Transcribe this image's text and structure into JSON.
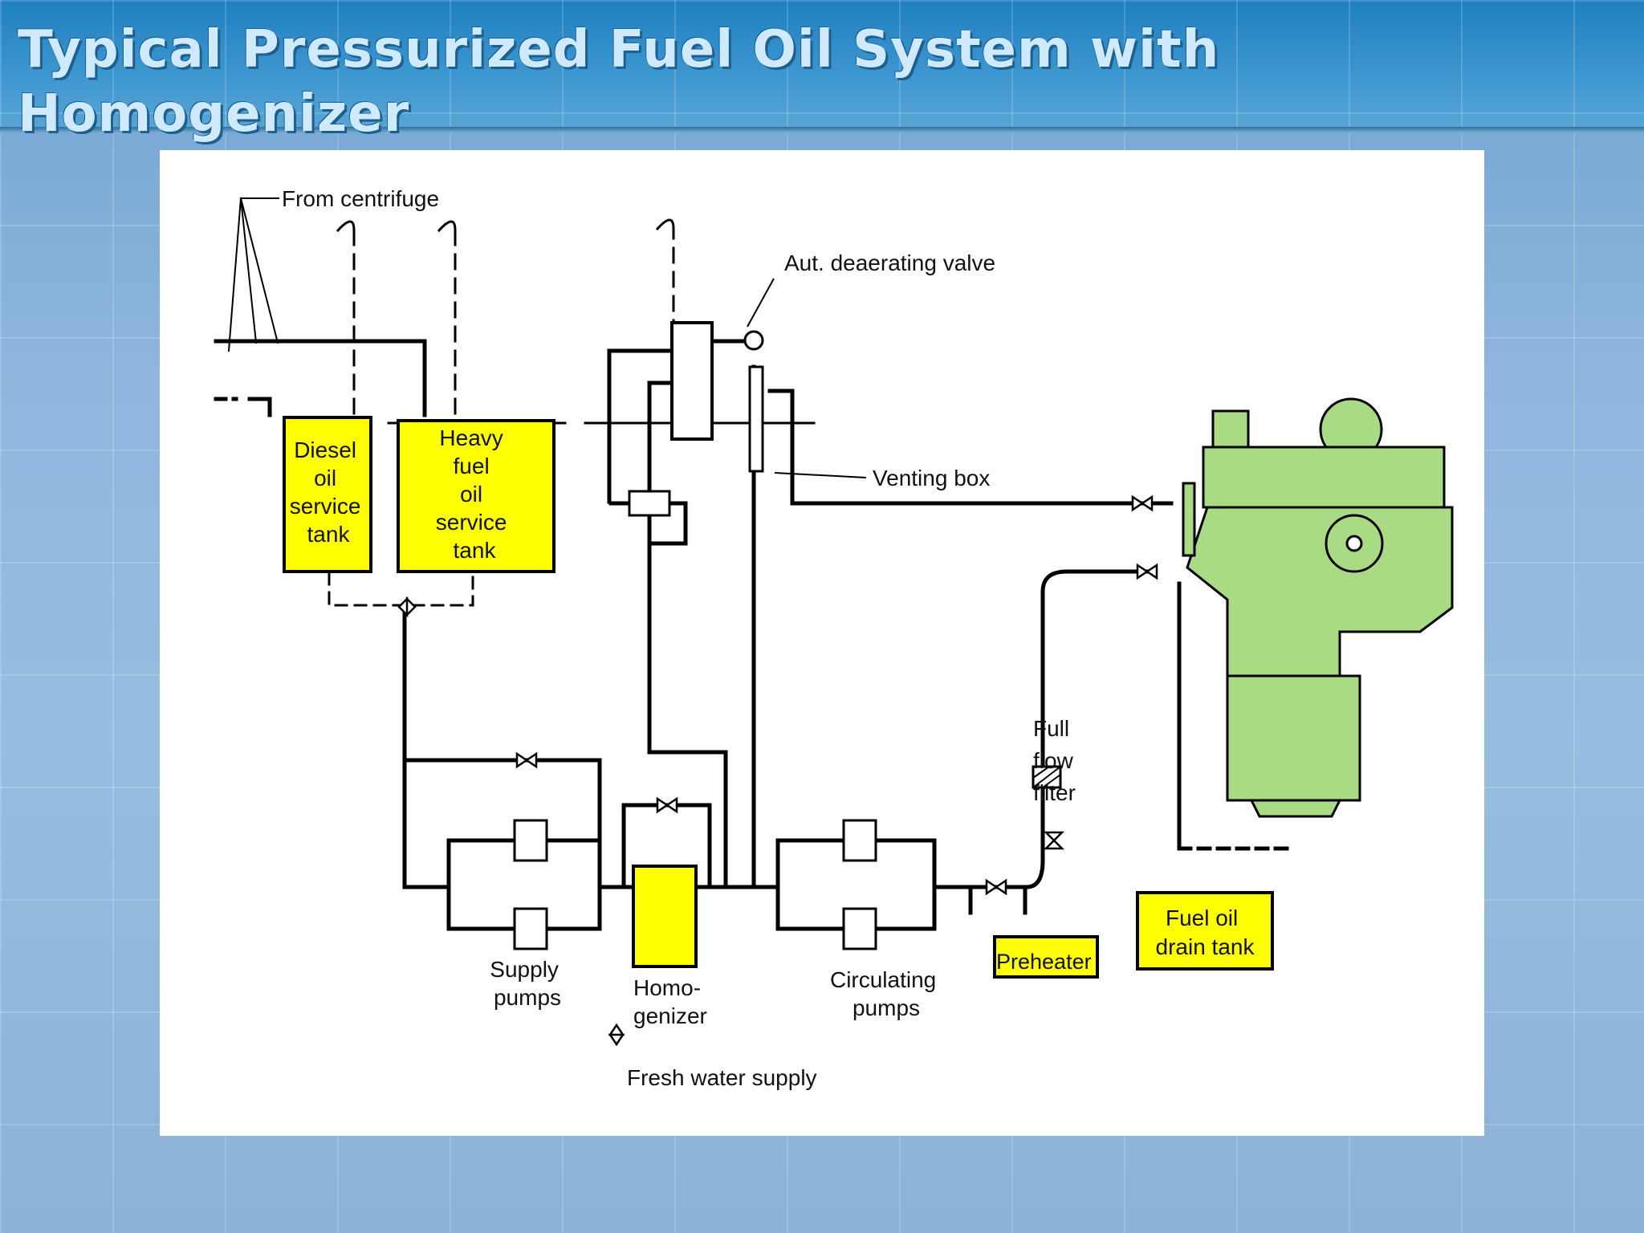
{
  "title": "Typical Pressurized Fuel Oil System with Homogenizer",
  "labels": {
    "from_centrifuge": "From centrifuge",
    "deaerating_valve": "Aut. deaerating valve",
    "venting_box": "Venting box",
    "diesel_tank": [
      "Diesel",
      "oil",
      "service",
      "tank"
    ],
    "hfo_tank": [
      "Heavy",
      "fuel",
      "oil",
      "service",
      "tank"
    ],
    "supply_pumps": [
      "Supply",
      "pumps"
    ],
    "homogenizer": [
      "Homo-",
      "genizer"
    ],
    "fresh_water": "Fresh water supply",
    "circulating_pumps": [
      "Circulating",
      "pumps"
    ],
    "preheater": "Preheater",
    "full_flow_filter": [
      "Full",
      "flow",
      "filter"
    ],
    "drain_tank": [
      "Fuel oil",
      "drain tank"
    ]
  },
  "colors": {
    "tank_yellow": "#ffff00",
    "engine_green": "#a8db83",
    "line": "#000000"
  }
}
